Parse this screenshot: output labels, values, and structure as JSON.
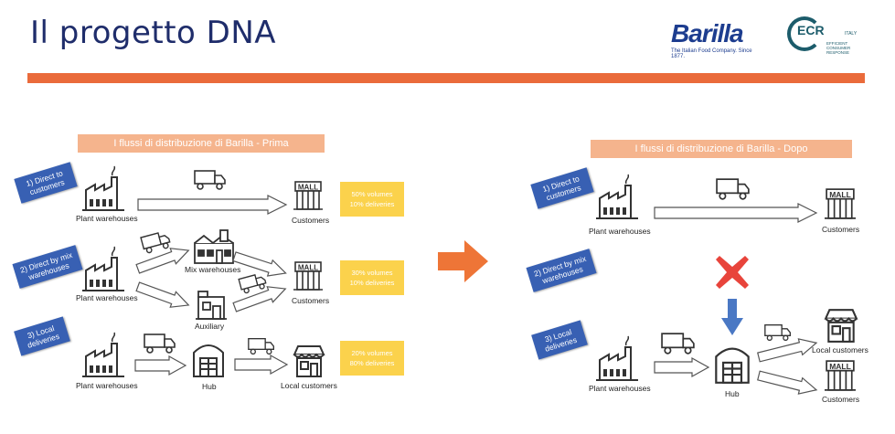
{
  "title": "Il progetto DNA",
  "logos": {
    "barilla": "Barilla",
    "barilla_tagline": "The Italian Food Company. Since 1877.",
    "ecr": "ECR",
    "ecr_country": "ITALY",
    "ecr_sub": "EFFICIENT CONSUMER RESPONSE"
  },
  "colors": {
    "title": "#1f2d6b",
    "accent_bar": "#ea6b3b",
    "header_fill": "#f5b48d",
    "tag_fill": "#3860b3",
    "volume_box": "#fbd24c",
    "cross": "#e8443b",
    "down_arrow": "#4a78c4",
    "center_arrow": "#ee7537"
  },
  "left": {
    "header": "I flussi di distribuzione di Barilla - Prima",
    "flows": [
      {
        "tag": "1) Direct to customers",
        "from": "Plant warehouses",
        "to": "Customers",
        "volume": "50% volumes",
        "deliveries": "10% deliveries"
      },
      {
        "tag": "2) Direct by mix warehouses",
        "from": "Plant warehouses",
        "mid": [
          "Mix warehouses",
          "Auxiliary"
        ],
        "to": "Customers",
        "volume": "30% volumes",
        "deliveries": "10% deliveries"
      },
      {
        "tag": "3) Local deliveries",
        "from": "Plant warehouses",
        "mid": [
          "Hub"
        ],
        "to": "Local customers",
        "volume": "20% volumes",
        "deliveries": "80% deliveries"
      }
    ]
  },
  "right": {
    "header": "I flussi di distribuzione di Barilla - Dopo",
    "flows": [
      {
        "tag": "1) Direct to customers",
        "from": "Plant warehouses",
        "to": "Customers"
      },
      {
        "tag": "2) Direct by mix warehouses",
        "removed": true
      },
      {
        "tag": "3) Local deliveries",
        "from": "Plant warehouses",
        "mid": [
          "Hub"
        ],
        "to": [
          "Local customers",
          "Customers"
        ]
      }
    ]
  },
  "icons": {
    "factory": "factory-icon",
    "truck": "truck-icon",
    "mall": "mall-icon",
    "shop": "shop-icon",
    "hub": "hub-icon",
    "mix": "mix-warehouse-icon",
    "aux": "auxiliary-warehouse-icon",
    "mall_text": "MALL"
  }
}
